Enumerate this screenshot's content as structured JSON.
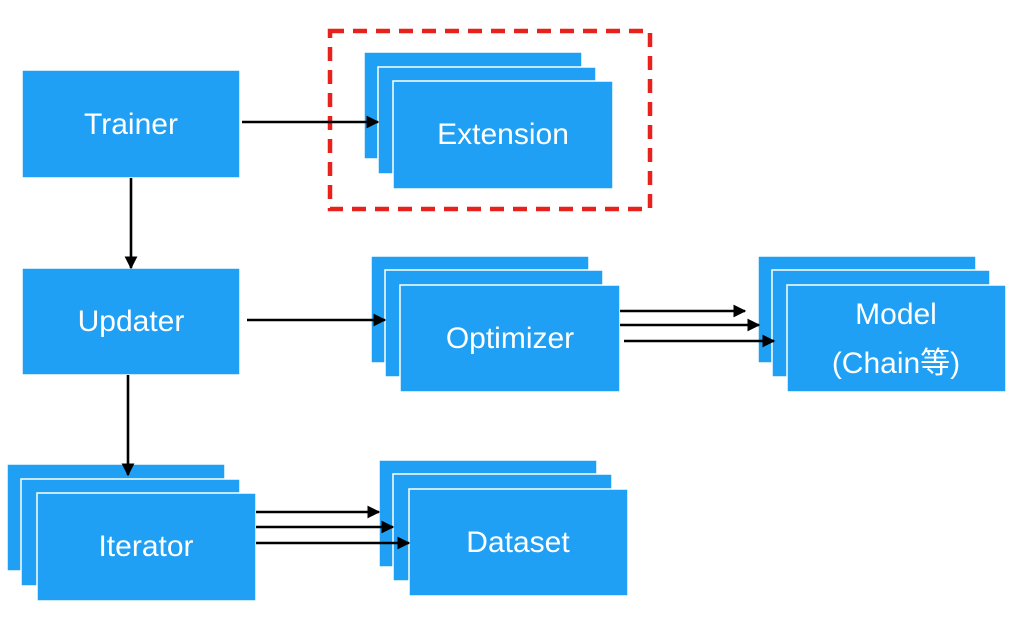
{
  "nodes": {
    "trainer": "Trainer",
    "extension": "Extension",
    "updater": "Updater",
    "optimizer": "Optimizer",
    "model_line1": "Model",
    "model_line2": "(Chain等)",
    "iterator": "Iterator",
    "dataset": "Dataset"
  },
  "colors": {
    "node_fill": "#1fa0f5",
    "node_text": "#ffffff",
    "edge": "#000000",
    "highlight_border": "#e8211c"
  }
}
